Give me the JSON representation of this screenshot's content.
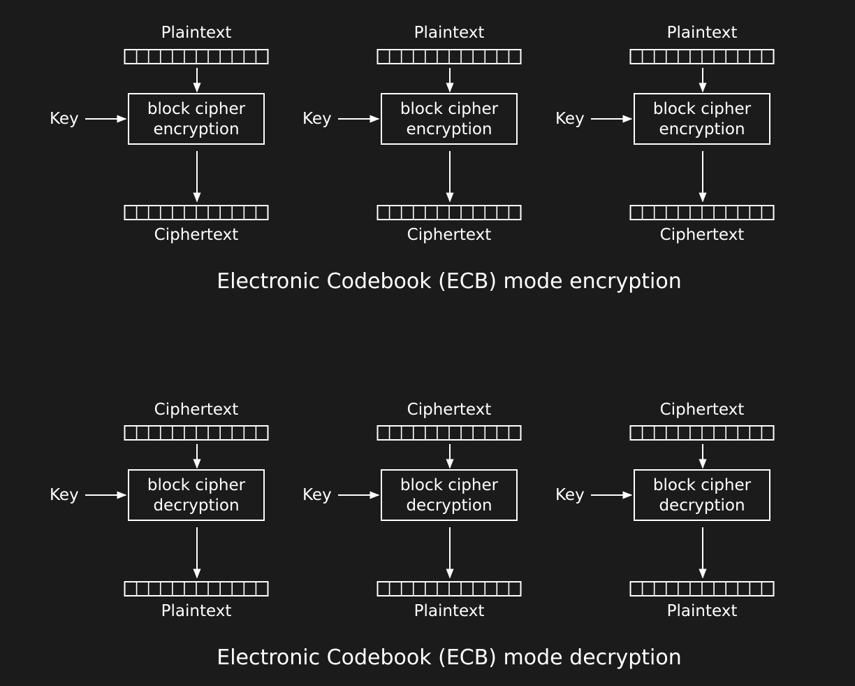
{
  "colors": {
    "background": "#1b1b1b",
    "stroke": "#ffffff",
    "text": "#ffffff"
  },
  "encryption": {
    "caption": "Electronic Codebook (ECB) mode encryption",
    "units": [
      {
        "input": "Plaintext",
        "key": "Key",
        "box_line1": "block cipher",
        "box_line2": "encryption",
        "output": "Ciphertext"
      },
      {
        "input": "Plaintext",
        "key": "Key",
        "box_line1": "block cipher",
        "box_line2": "encryption",
        "output": "Ciphertext"
      },
      {
        "input": "Plaintext",
        "key": "Key",
        "box_line1": "block cipher",
        "box_line2": "encryption",
        "output": "Ciphertext"
      }
    ]
  },
  "decryption": {
    "caption": "Electronic Codebook (ECB) mode decryption",
    "units": [
      {
        "input": "Ciphertext",
        "key": "Key",
        "box_line1": "block cipher",
        "box_line2": "decryption",
        "output": "Plaintext"
      },
      {
        "input": "Ciphertext",
        "key": "Key",
        "box_line1": "block cipher",
        "box_line2": "decryption",
        "output": "Plaintext"
      },
      {
        "input": "Ciphertext",
        "key": "Key",
        "box_line1": "block cipher",
        "box_line2": "decryption",
        "output": "Plaintext"
      }
    ]
  }
}
